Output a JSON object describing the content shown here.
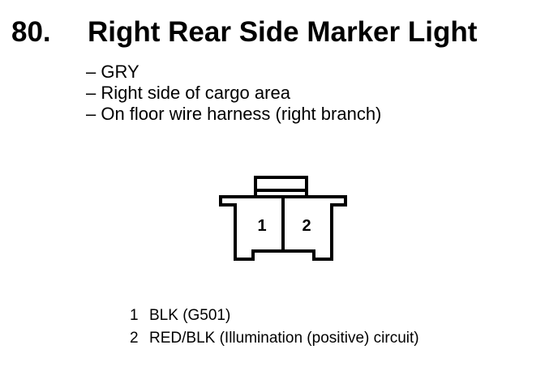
{
  "title": {
    "number": "80.",
    "text": "Right Rear Side Marker Light"
  },
  "details": [
    "– GRY",
    "– Right side of cargo area",
    "– On floor wire harness (right branch)"
  ],
  "connector": {
    "cavities": [
      "1",
      "2"
    ]
  },
  "pins": [
    {
      "number": "1",
      "description": "BLK (G501)"
    },
    {
      "number": "2",
      "description": "RED/BLK (Illumination (positive) circuit)"
    }
  ]
}
